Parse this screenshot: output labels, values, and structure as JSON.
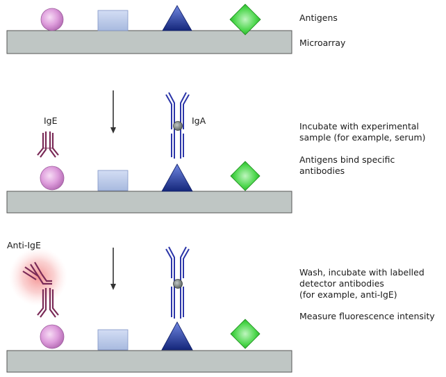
{
  "panels": [
    {
      "labels": [
        "Antigens",
        "Microarray"
      ]
    },
    {
      "antibody_labels": {
        "left": "IgE",
        "right": "IgA"
      },
      "steps": [
        "Incubate with experimental\nsample (for example, serum)",
        "Antigens bind specific\nantibodies"
      ]
    },
    {
      "antibody_labels": {
        "detector": "Anti-IgE"
      },
      "steps": [
        "Wash, incubate with labelled\ndetector antibodies\n(for example, anti-IgE)",
        "Measure fluorescence intensity"
      ]
    }
  ],
  "colors": {
    "slide_fill": "#bfc6c4",
    "slide_stroke": "#555555",
    "circle_antigen": "#d98fd8",
    "square_antigen": "#b7c6ea",
    "triangle_antigen": "#1a2f8c",
    "diamond_antigen": "#3fd23f",
    "ige": "#7a2a57",
    "iga": "#2b35a8",
    "glow": "#f08585",
    "arrow": "#333333"
  },
  "icons": {
    "circle_antigen": "circle-antigen-icon",
    "square_antigen": "square-antigen-icon",
    "triangle_antigen": "triangle-antigen-icon",
    "diamond_antigen": "diamond-antigen-icon",
    "antibody": "y-shaped-antibody-icon",
    "fluorescence": "fluorescence-glow-icon"
  }
}
